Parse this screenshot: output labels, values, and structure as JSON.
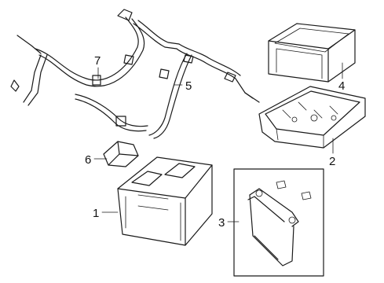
{
  "callouts": [
    {
      "id": "c1",
      "text": "1",
      "part": "battery"
    },
    {
      "id": "c2",
      "text": "2",
      "part": "battery-tray"
    },
    {
      "id": "c3",
      "text": "3",
      "part": "hold-down-bracket"
    },
    {
      "id": "c4",
      "text": "4",
      "part": "battery-cover"
    },
    {
      "id": "c5",
      "text": "5",
      "part": "positive-cable-harness"
    },
    {
      "id": "c6",
      "text": "6",
      "part": "terminal-cap"
    },
    {
      "id": "c7",
      "text": "7",
      "part": "negative-cable-harness"
    }
  ]
}
